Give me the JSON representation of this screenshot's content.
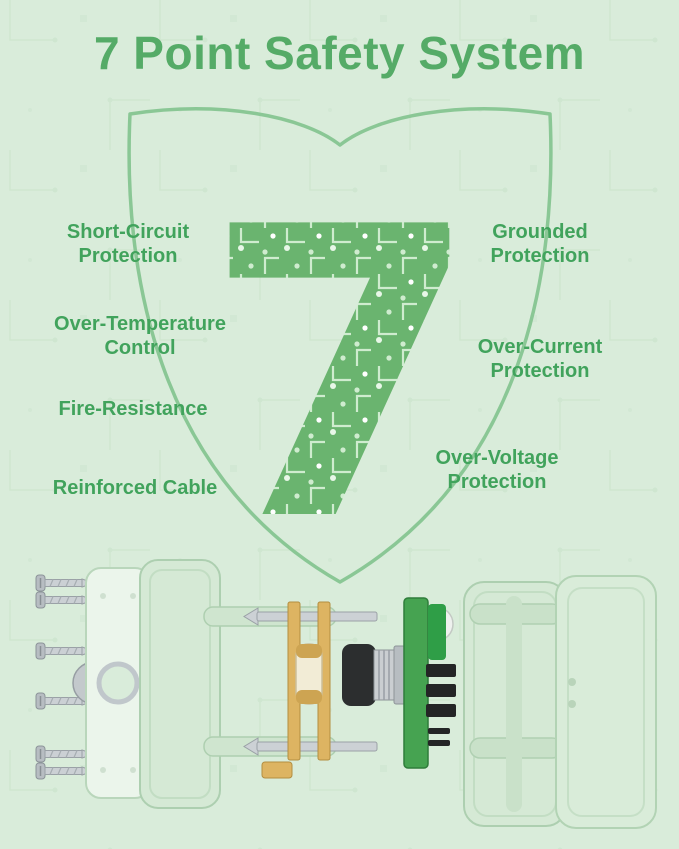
{
  "page": {
    "title": "7 Point Safety System"
  },
  "shield": {
    "numeral": "7"
  },
  "safety_points": [
    {
      "id": "short-circuit-protection",
      "side": "left",
      "lines": [
        "Short-Circuit",
        "Protection"
      ]
    },
    {
      "id": "over-temperature-control",
      "side": "left",
      "lines": [
        "Over-Temperature",
        "Control"
      ]
    },
    {
      "id": "fire-resistance",
      "side": "left",
      "lines": [
        "Fire-Resistance"
      ]
    },
    {
      "id": "reinforced-cable",
      "side": "left",
      "lines": [
        "Reinforced Cable"
      ]
    },
    {
      "id": "grounded-protection",
      "side": "right",
      "lines": [
        "Grounded",
        "Protection"
      ]
    },
    {
      "id": "over-current-protection",
      "side": "right",
      "lines": [
        "Over-Current",
        "Protection"
      ]
    },
    {
      "id": "over-voltage-protection",
      "side": "right",
      "lines": [
        "Over-Voltage",
        "Protection"
      ]
    }
  ],
  "colors": {
    "background": "#d9ecda",
    "title_green": "#55ab67",
    "label_green": "#41a35c",
    "shield_outline_green": "#8ac795",
    "seven_circuit_green": "#6ab46f",
    "seven_trace_light": "#cfeccf",
    "product_shell_mint": "#d5e9d5",
    "pcb_green": "#46a351",
    "brass_gold": "#ddb462",
    "metal_gray": "#cbd0d4",
    "connector_black": "#2c2e2f"
  }
}
